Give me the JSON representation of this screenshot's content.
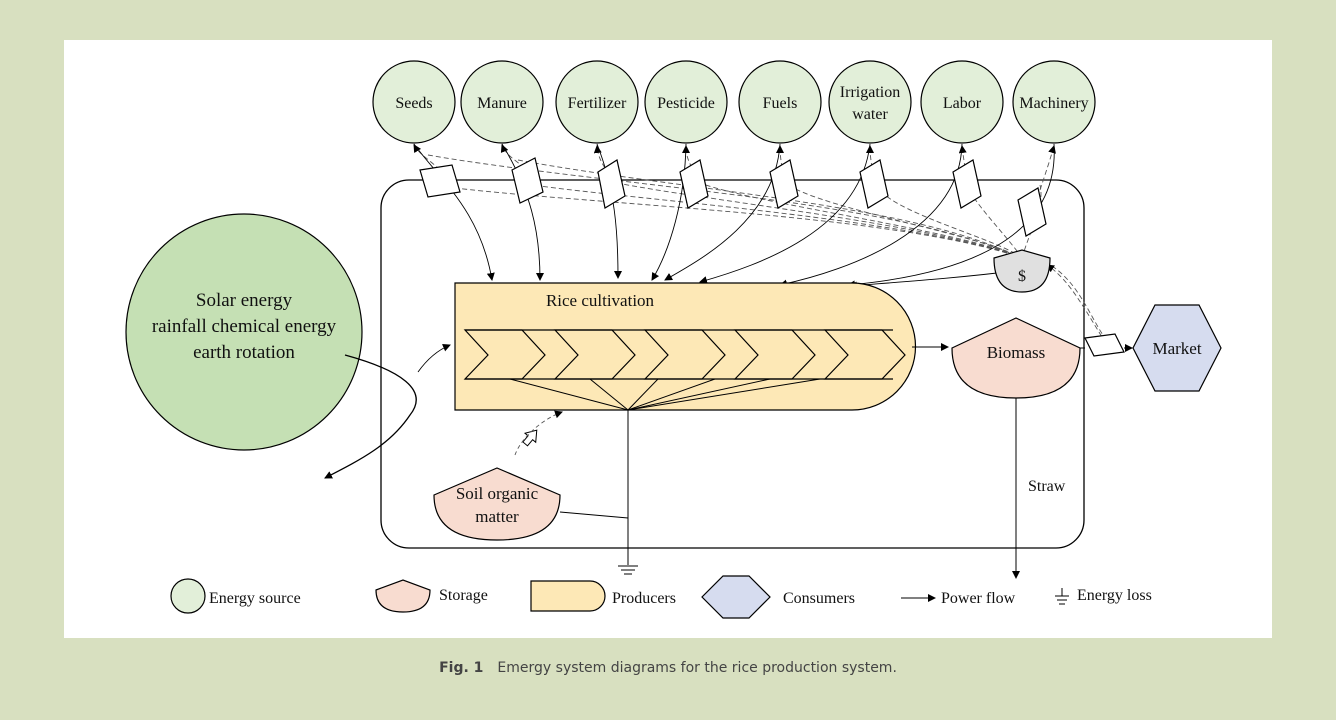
{
  "sources": [
    {
      "line1": "Seeds",
      "line2": ""
    },
    {
      "line1": "Manure",
      "line2": ""
    },
    {
      "line1": "Fertilizer",
      "line2": ""
    },
    {
      "line1": "Pesticide",
      "line2": ""
    },
    {
      "line1": "Fuels",
      "line2": ""
    },
    {
      "line1": "Irrigation",
      "line2": "water"
    },
    {
      "line1": "Labor",
      "line2": ""
    },
    {
      "line1": "Machinery",
      "line2": ""
    }
  ],
  "environment": {
    "line1": "Solar energy",
    "line2": "rainfall chemical energy",
    "line3": "earth rotation"
  },
  "producer": {
    "label": "Rice cultivation"
  },
  "money": {
    "label": "$"
  },
  "biomass": {
    "label": "Biomass"
  },
  "market": {
    "label": "Market"
  },
  "soil": {
    "line1": "Soil organic",
    "line2": "matter"
  },
  "straw": {
    "label": "Straw"
  },
  "legend": {
    "energy_source": "Energy source",
    "storage": "Storage",
    "producers": "Producers",
    "consumers": "Consumers",
    "power_flow": "Power flow",
    "energy_loss": "Energy loss"
  },
  "colors": {
    "source_fill": "#e2efd9",
    "environment_fill": "#c5e0b4",
    "producer_fill": "#fde8b6",
    "storage_fill": "#f8dcd0",
    "consumer_fill": "#d6dcef",
    "money_fill": "#e0e0e0",
    "page_bg": "#d8e0c0"
  },
  "caption": {
    "fig_label": "Fig. 1",
    "text": "Emergy system diagrams for the rice production system."
  }
}
